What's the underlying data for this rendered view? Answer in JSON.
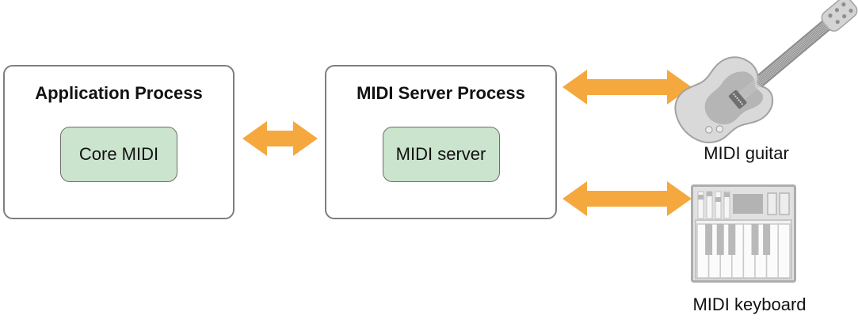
{
  "diagram": {
    "boxes": [
      {
        "title": "Application Process",
        "chip": "Core MIDI"
      },
      {
        "title": "MIDI Server Process",
        "chip": "MIDI server"
      }
    ],
    "devices": [
      {
        "label": "MIDI guitar",
        "icon": "midi-guitar-icon"
      },
      {
        "label": "MIDI keyboard",
        "icon": "midi-keyboard-icon"
      }
    ],
    "connections": [
      {
        "from": "Application Process",
        "to": "MIDI Server Process",
        "type": "bidirectional"
      },
      {
        "from": "MIDI Server Process",
        "to": "MIDI guitar",
        "type": "bidirectional"
      },
      {
        "from": "MIDI Server Process",
        "to": "MIDI keyboard",
        "type": "bidirectional"
      }
    ]
  },
  "colors": {
    "accent-orange": "#f5a83e",
    "chip-green": "#cbe4cd",
    "chip-border": "#6e6e6e",
    "box-border": "#7e7e7e",
    "device-fill": "#d9d9d9",
    "device-outline": "#a2a2a2",
    "device-dark": "#8f8f8f",
    "text": "#111111",
    "background": "#ffffff"
  }
}
